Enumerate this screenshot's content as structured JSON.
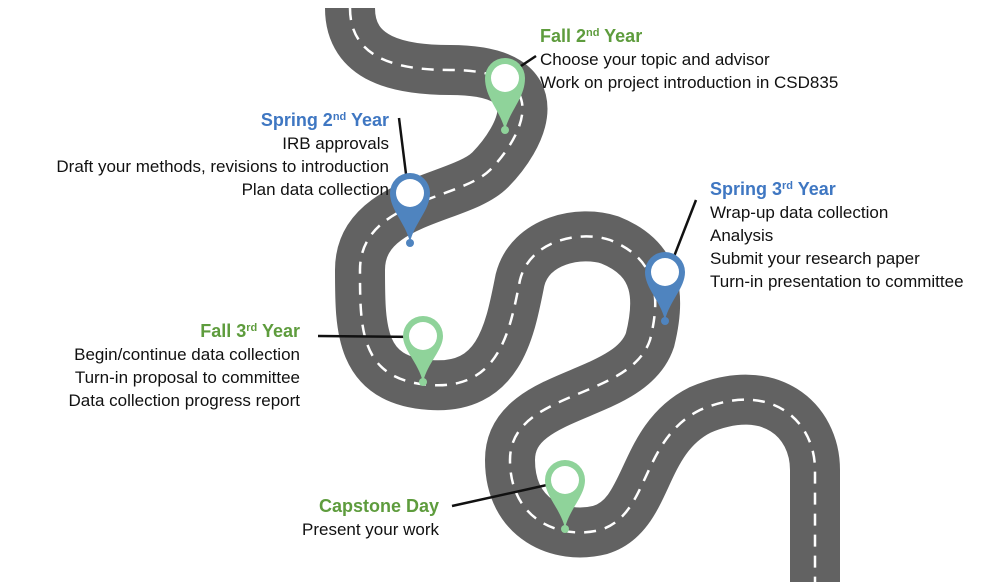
{
  "colors": {
    "road": "#626262",
    "road_dash": "#ffffff",
    "green_pin": "#8fd39a",
    "blue_pin": "#4f84bf",
    "green_text": "#5e9c3d",
    "blue_text": "#3f77c2"
  },
  "milestones": {
    "fall_2nd": {
      "title_base": "Fall 2",
      "title_sup": "nd",
      "title_end": " Year",
      "items": [
        "Choose your topic and advisor",
        "Work on project introduction in CSD835"
      ]
    },
    "spring_2nd": {
      "title_base": "Spring 2",
      "title_sup": "nd",
      "title_end": " Year",
      "items": [
        "IRB approvals",
        "Draft your methods, revisions to introduction",
        "Plan data collection"
      ]
    },
    "spring_3rd": {
      "title_base": "Spring 3",
      "title_sup": "rd",
      "title_end": " Year",
      "items": [
        "Wrap-up data collection",
        "Analysis",
        "Submit your research paper",
        "Turn-in presentation to committee"
      ]
    },
    "fall_3rd": {
      "title_base": "Fall 3",
      "title_sup": "rd",
      "title_end": " Year",
      "items": [
        "Begin/continue data collection",
        "Turn-in proposal to committee",
        "Data collection progress report"
      ]
    },
    "capstone": {
      "title_base": "Capstone Day",
      "title_sup": "",
      "title_end": "",
      "items": [
        "Present your work"
      ]
    }
  }
}
